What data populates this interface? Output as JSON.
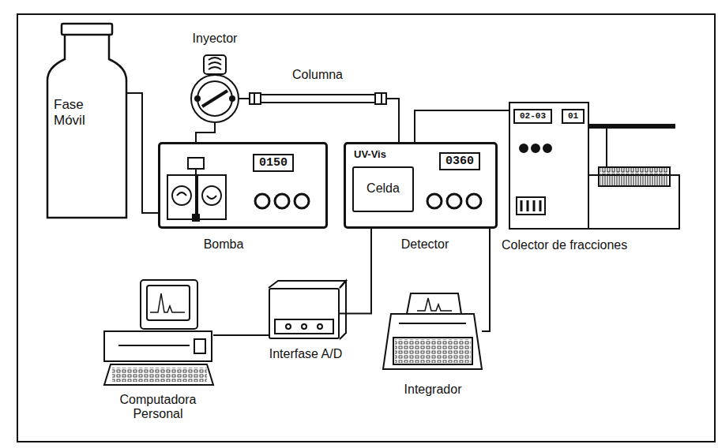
{
  "diagram": {
    "nodes": [
      {
        "text": [
          "Fase Móvil"
        ]
      },
      {
        "text": [
          "Inyector"
        ]
      },
      {
        "text": [
          "Columna"
        ]
      },
      {
        "text": [
          "0150",
          "Bomba"
        ]
      },
      {
        "text": [
          "UV-Vis",
          "0360",
          "Detector"
        ]
      },
      {
        "text": [
          "Celda"
        ],
        "in": 4
      },
      {
        "text": [
          "02-03",
          "01",
          "Colector de fracciones"
        ]
      },
      {
        "text": [
          "Computadora Personal"
        ]
      },
      {
        "text": [
          "Interfase A/D"
        ]
      },
      {
        "text": [
          "Integrador"
        ]
      }
    ],
    "edges": [
      {
        "from": 0,
        "to": 3,
        "arrow": "none"
      },
      {
        "from": 3,
        "to": 1,
        "arrow": "none"
      },
      {
        "from": 1,
        "to": 2,
        "arrow": "none"
      },
      {
        "from": 2,
        "to": 4,
        "arrow": "none"
      },
      {
        "from": 4,
        "to": 6,
        "arrow": "none"
      },
      {
        "from": 4,
        "to": 8,
        "arrow": "none"
      },
      {
        "from": 4,
        "to": 9,
        "arrow": "none"
      },
      {
        "from": 8,
        "to": 7,
        "arrow": "none"
      }
    ]
  }
}
